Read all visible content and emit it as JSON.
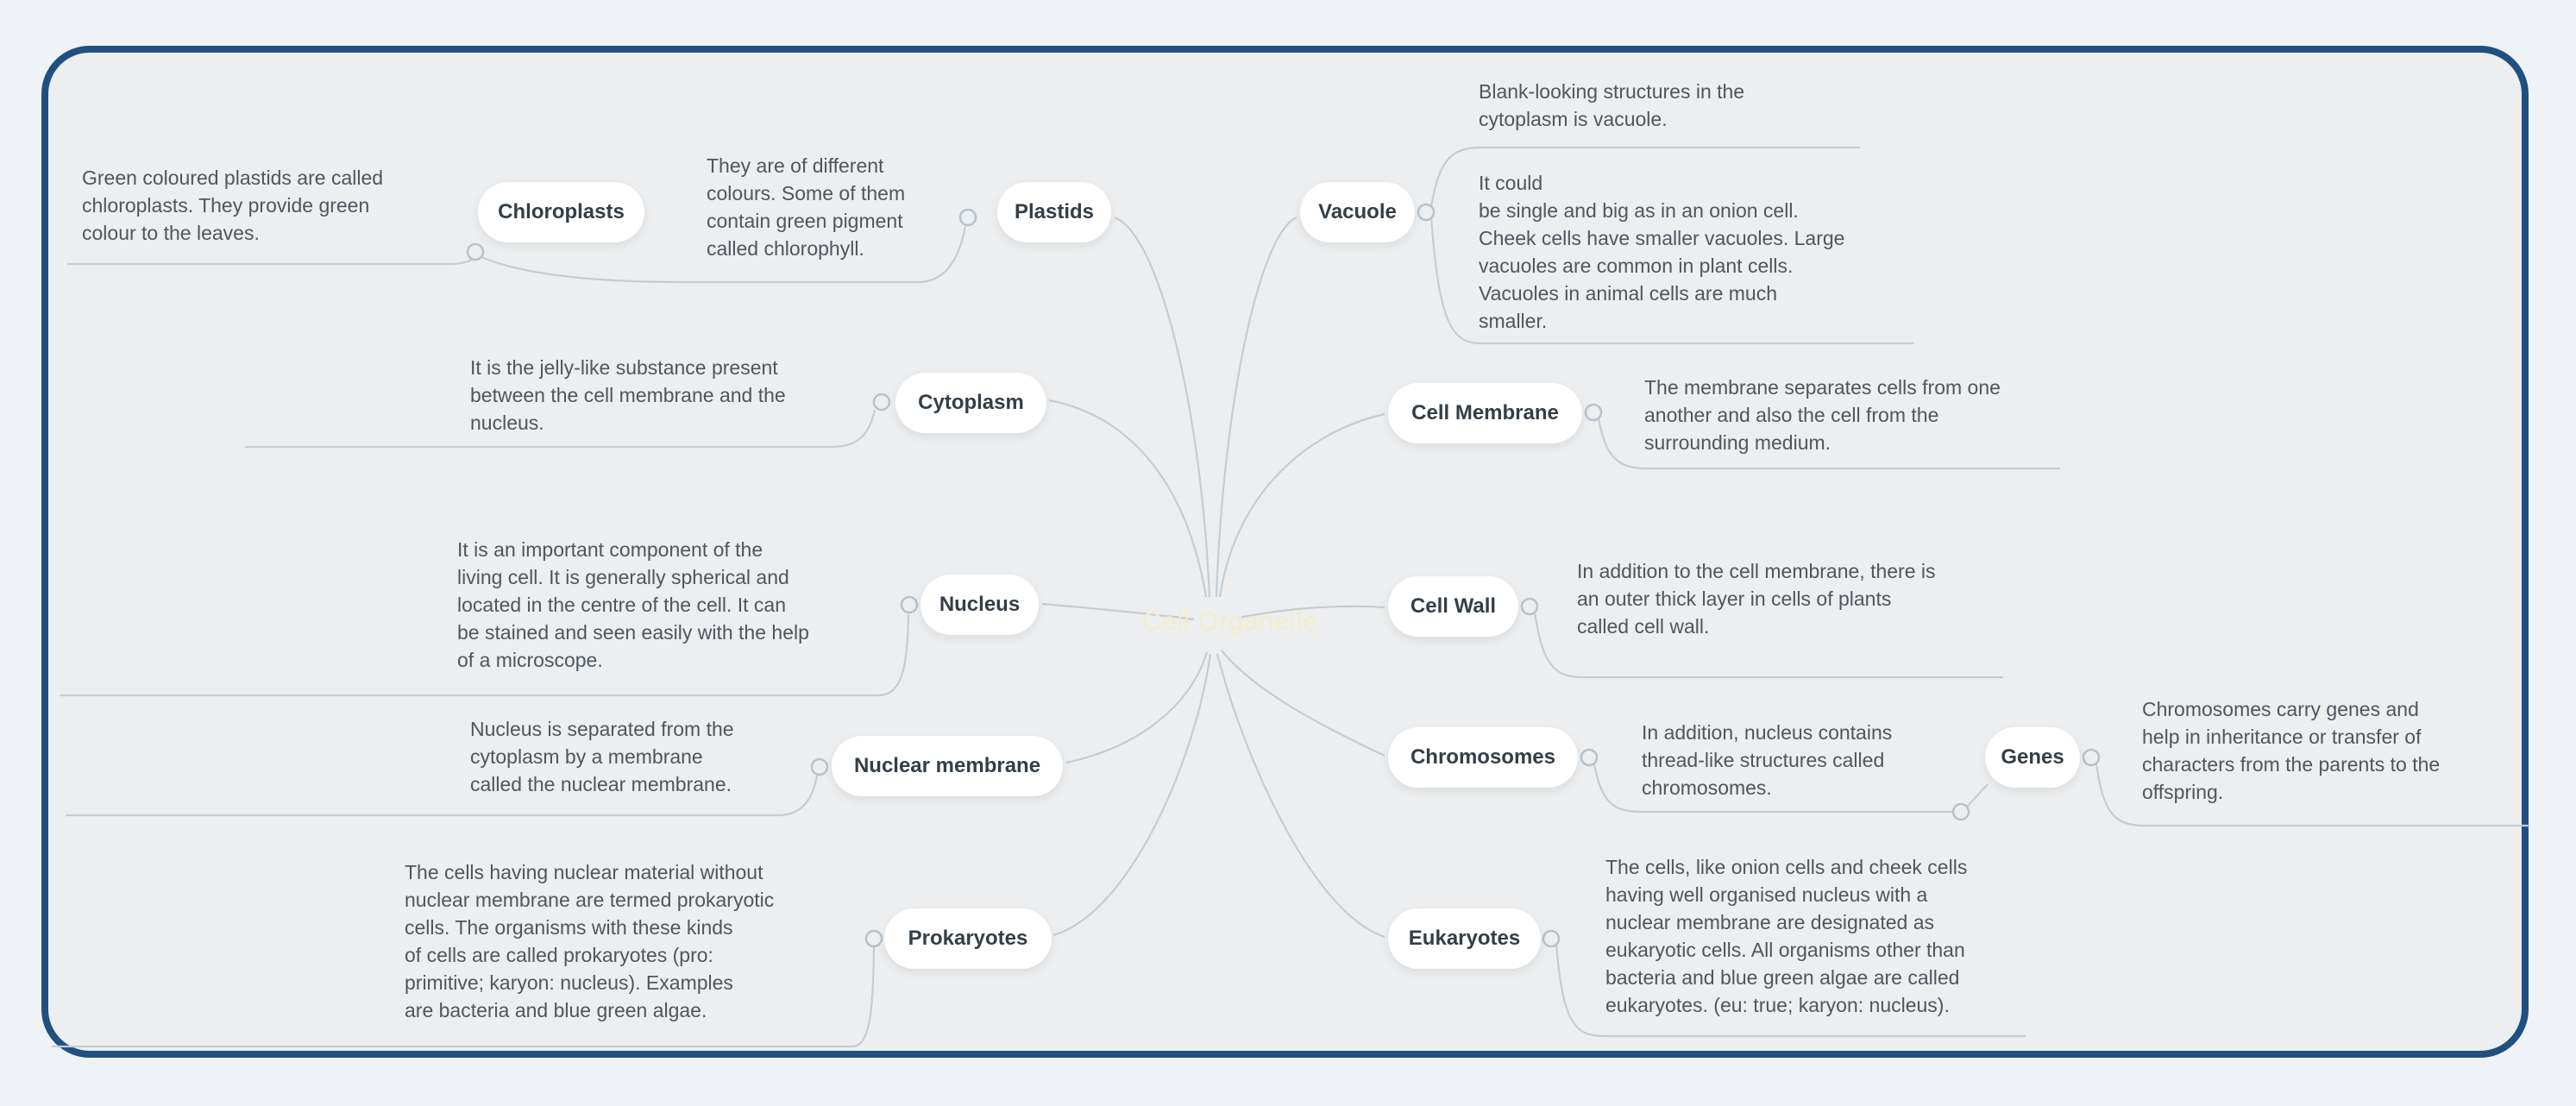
{
  "title": "Cell Organelle mind map",
  "colors": {
    "canvas-bg": "#eff3f7",
    "card-bg": "#edeeef",
    "card-border": "#20507f",
    "node-bg": "#ffffff",
    "node-text": "#333e47",
    "desc-text": "#4d575f",
    "center-text": "#f3edc6",
    "connector": "#c3cdd5"
  },
  "center": {
    "label": "Cell Organelle"
  },
  "nodes": {
    "chloroplasts": "Chloroplasts",
    "plastids": "Plastids",
    "vacuole": "Vacuole",
    "cytoplasm": "Cytoplasm",
    "cell_membrane": "Cell Membrane",
    "nucleus": "Nucleus",
    "cell_wall": "Cell Wall",
    "nuclear_membrane": "Nuclear membrane",
    "chromosomes": "Chromosomes",
    "genes": "Genes",
    "prokaryotes": "Prokaryotes",
    "eukaryotes": "Eukaryotes"
  },
  "descriptions": {
    "chloroplasts": [
      "Green coloured plastids are called",
      "chloroplasts. They provide green",
      "colour to the leaves."
    ],
    "plastids": [
      "They are of different",
      "colours. Some of them",
      "contain green pigment",
      "called chlorophyll."
    ],
    "vacuole_top": [
      "Blank-looking structures in the",
      "cytoplasm is vacuole."
    ],
    "vacuole_bottom": [
      "It could",
      "be single and big as in an onion cell.",
      "Cheek cells have smaller vacuoles. Large",
      "vacuoles are common in plant cells.",
      "Vacuoles in animal cells are much",
      "smaller."
    ],
    "cytoplasm": [
      "It is the jelly-like substance present",
      "between the cell membrane and the",
      "nucleus."
    ],
    "cell_membrane": [
      "The membrane separates cells from one",
      "another and also the cell from the",
      "surrounding medium."
    ],
    "nucleus": [
      "It is an important component of the",
      "living cell. It is generally spherical and",
      "located in the centre of the cell. It can",
      "be stained and seen easily with the help",
      "of a microscope."
    ],
    "cell_wall": [
      "In addition to the cell membrane, there is",
      "an outer thick layer in cells of plants",
      "called cell wall."
    ],
    "nuclear_membrane": [
      "Nucleus is separated from the",
      "cytoplasm by a membrane",
      "called the nuclear membrane."
    ],
    "chromosomes": [
      "In addition, nucleus contains",
      "thread-like structures called",
      "chromosomes."
    ],
    "genes": [
      "Chromosomes carry genes and",
      "help in inheritance or transfer of",
      "characters from the parents to the",
      "offspring."
    ],
    "prokaryotes": [
      "The cells having nuclear material without",
      "nuclear membrane are termed prokaryotic",
      "cells. The organisms with these kinds",
      "of cells are called prokaryotes (pro:",
      "primitive; karyon: nucleus). Examples",
      "are bacteria and blue green algae."
    ],
    "eukaryotes": [
      "The cells, like onion cells and cheek cells",
      "having well organised nucleus with a",
      "nuclear membrane are designated as",
      "eukaryotic cells. All organisms other than",
      "bacteria and blue green algae are called",
      "eukaryotes. (eu: true; karyon: nucleus)."
    ]
  }
}
